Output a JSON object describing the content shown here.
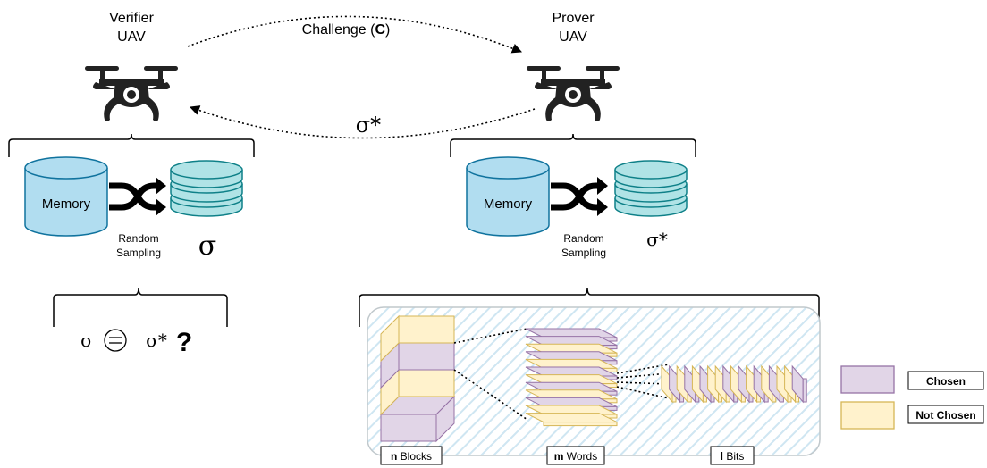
{
  "verifier": {
    "title_line1": "Verifier",
    "title_line2": "UAV",
    "memory_label": "Memory",
    "sampling_line1": "Random",
    "sampling_line2": "Sampling",
    "signature": "σ"
  },
  "prover": {
    "title_line1": "Prover",
    "title_line2": "UAV",
    "memory_label": "Memory",
    "sampling_line1": "Random",
    "sampling_line2": "Sampling",
    "signature": "σ*"
  },
  "challenge": {
    "label_prefix": "Challenge (",
    "label_bold": "C",
    "label_suffix": ")"
  },
  "response": {
    "label": "σ*"
  },
  "comparison": {
    "left": "σ",
    "right": "σ*",
    "question": "?"
  },
  "hierarchy": {
    "blocks": {
      "bold": "n",
      "rest": " Blocks"
    },
    "words": {
      "bold": "m",
      "rest": " Words"
    },
    "bits": {
      "bold": "l",
      "rest": " Bits"
    }
  },
  "legend": {
    "chosen": "Chosen",
    "not_chosen": "Not Chosen"
  },
  "colors": {
    "chosen_fill": "#e1d5e7",
    "chosen_stroke": "#9673a6",
    "not_chosen_fill": "#fff2cc",
    "not_chosen_stroke": "#d6b656",
    "memory_fill": "#b1ddf0",
    "memory_stroke": "#10739e",
    "disk_fill": "#b0e3e6",
    "disk_stroke": "#0e8088",
    "panel_hatch": "#bfe0f0",
    "drone_body": "#222222"
  },
  "icons": {
    "drone": "drone-icon",
    "shuffle": "shuffle-icon",
    "memory": "database-cylinder-icon",
    "disks": "stacked-disks-icon",
    "equals": "circled-equals-icon"
  }
}
